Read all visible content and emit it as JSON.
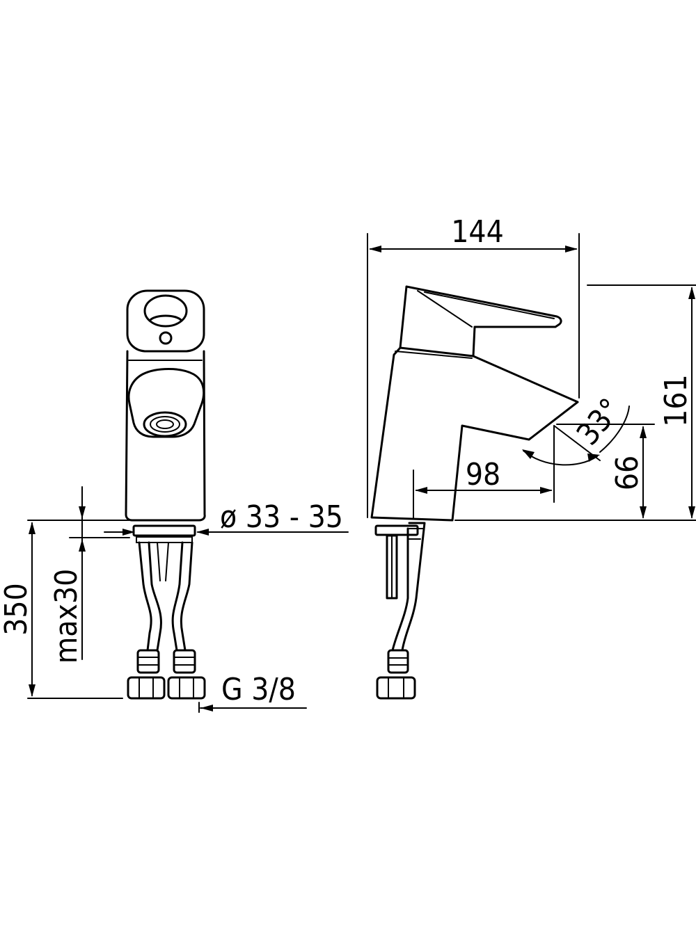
{
  "dimensions": {
    "width_total": "144",
    "height_total": "161",
    "spout_reach": "98",
    "spout_height": "66",
    "lever_angle": "33°",
    "hole_diameter": "ø 33 - 35",
    "hose_length": "350",
    "deck_thickness": "max30",
    "connection_thread": "G 3/8"
  }
}
